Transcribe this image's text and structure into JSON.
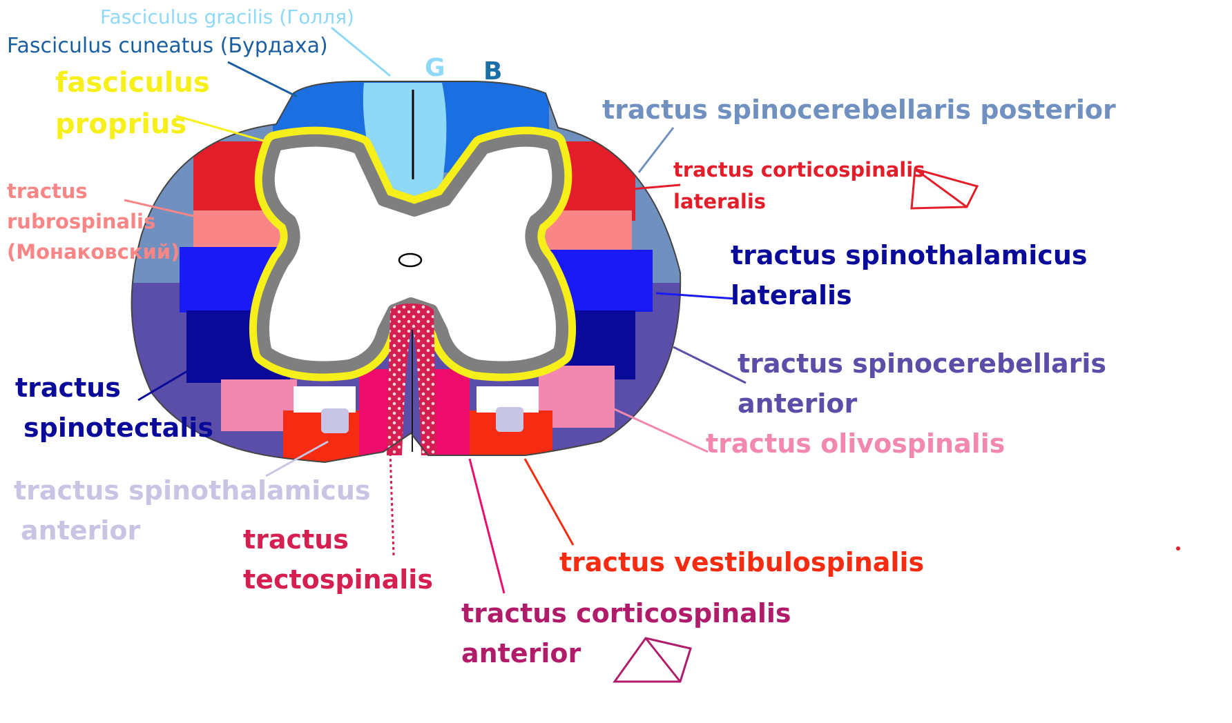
{
  "colors": {
    "gracilis": "#8ed8f8",
    "cuneatus": "#1b6fe0",
    "proprius": "#f6ef1a",
    "gray_border": "#7f7f7f",
    "spinocerebellaris_posterior": "#7090c0",
    "corticospinalis_lateralis": "#e31e2a",
    "rubrospinalis": "#f98686",
    "spinothalamicus_lateralis": "#1a1af5",
    "spinotectalis": "#0a0a9a",
    "spinocerebellaris_anterior": "#5a4ea8",
    "olivospinalis": "#f287b0",
    "spinothalamicus_anterior": "#c8c4e4",
    "vestibulospinalis": "#f52c12",
    "corticospinalis_anterior": "#ee0c6a",
    "tectospinalis": "#d41f50"
  },
  "columns": {
    "g": "G",
    "b": "B"
  },
  "labels": {
    "gracilis": "Fasciculus gracilis (Голля)",
    "cuneatus": "Fasciculus cuneatus (Бурдаха)",
    "proprius_1": "fasciculus",
    "proprius_2": "proprius",
    "rubro_1": "tractus",
    "rubro_2": "rubrospinalis",
    "rubro_3": "(Монаковский)",
    "spinotectalis_1": "tractus",
    "spinotectalis_2": "spinotectalis",
    "sth_ant_1": "tractus spinothalamicus",
    "sth_ant_2": "anterior",
    "tecto_1": "tractus",
    "tecto_2": "tectospinalis",
    "cbl_post": "tractus spinocerebellaris posterior",
    "cs_lat_1": "tractus corticospinalis",
    "cs_lat_2": "lateralis",
    "sth_lat_1": "tractus spinothalamicus",
    "sth_lat_2": "lateralis",
    "cbl_ant_1": "tractus spinocerebellaris",
    "cbl_ant_2": "anterior",
    "olivo": "tractus olivospinalis",
    "vestibulo": "tractus vestibulospinalis",
    "cs_ant_1": "tractus corticospinalis",
    "cs_ant_2": "anterior"
  }
}
